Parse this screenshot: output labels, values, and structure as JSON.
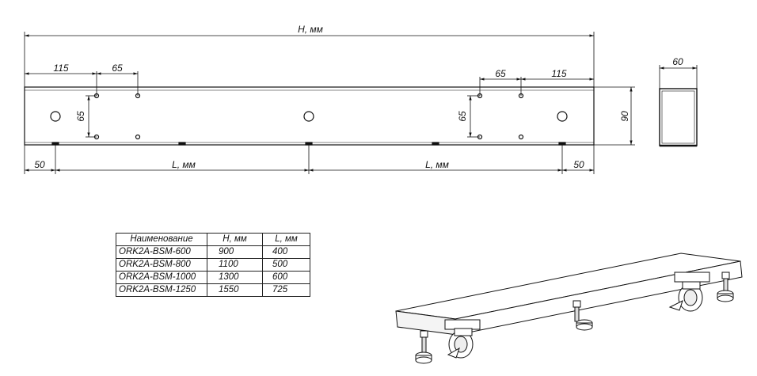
{
  "dimensions": {
    "overall_length": "H, мм",
    "left_offset": "115",
    "left_hole_spacing": "65",
    "right_hole_spacing": "65",
    "right_offset": "115",
    "left_vertical_spacing": "65",
    "right_vertical_spacing": "65",
    "height": "90",
    "section_width": "60",
    "left_margin": "50",
    "left_span": "L, мм",
    "right_span": "L, мм",
    "right_margin": "50"
  },
  "table": {
    "headers": [
      "Наименование",
      "H, мм",
      "L, мм"
    ],
    "rows": [
      [
        "ORK2A-BSM-600",
        "900",
        "400"
      ],
      [
        "ORK2A-BSM-800",
        "1100",
        "500"
      ],
      [
        "ORK2A-BSM-1000",
        "1300",
        "600"
      ],
      [
        "ORK2A-BSM-1250",
        "1550",
        "725"
      ]
    ]
  }
}
